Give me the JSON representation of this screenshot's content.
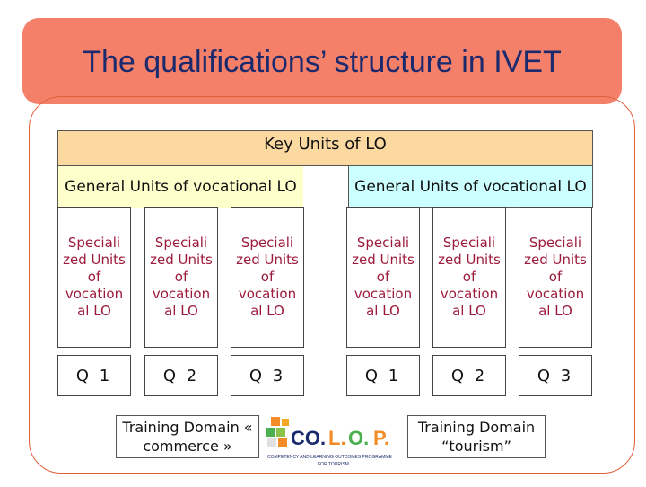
{
  "title": "The qualifications’ structure in IVET",
  "key_units": "Key Units of LO",
  "general_left": "General Units of vocational LO",
  "general_right": "General Units of vocational LO",
  "specialized": [
    "Speciali zed Units of vocation al LO",
    "Speciali zed Units of vocation al LO",
    "Speciali zed Units of vocation al LO",
    "Speciali zed Units of vocation al LO",
    "Speciali zed Units of vocation al LO",
    "Speciali zed Units of vocation al LO"
  ],
  "qualifications": [
    "Q 1",
    "Q 2",
    "Q 3",
    "Q 1",
    "Q 2",
    "Q 3"
  ],
  "training_left": "Training Domain « commerce »",
  "training_right": "Training Domain “tourism”",
  "logo": {
    "name": "CO.L.O.P.",
    "tagline": "COMPETENCY AND LEARNING OUTCOMES PROGRAMME FOR TOURISM"
  },
  "colors": {
    "title_bar": "#f4806a",
    "title_text": "#1a2a6c",
    "key_units_bg": "#fcd9a0",
    "general_left_bg": "#ffffcc",
    "general_right_bg": "#ccffff",
    "specialized_text": "#9c1a3c"
  }
}
